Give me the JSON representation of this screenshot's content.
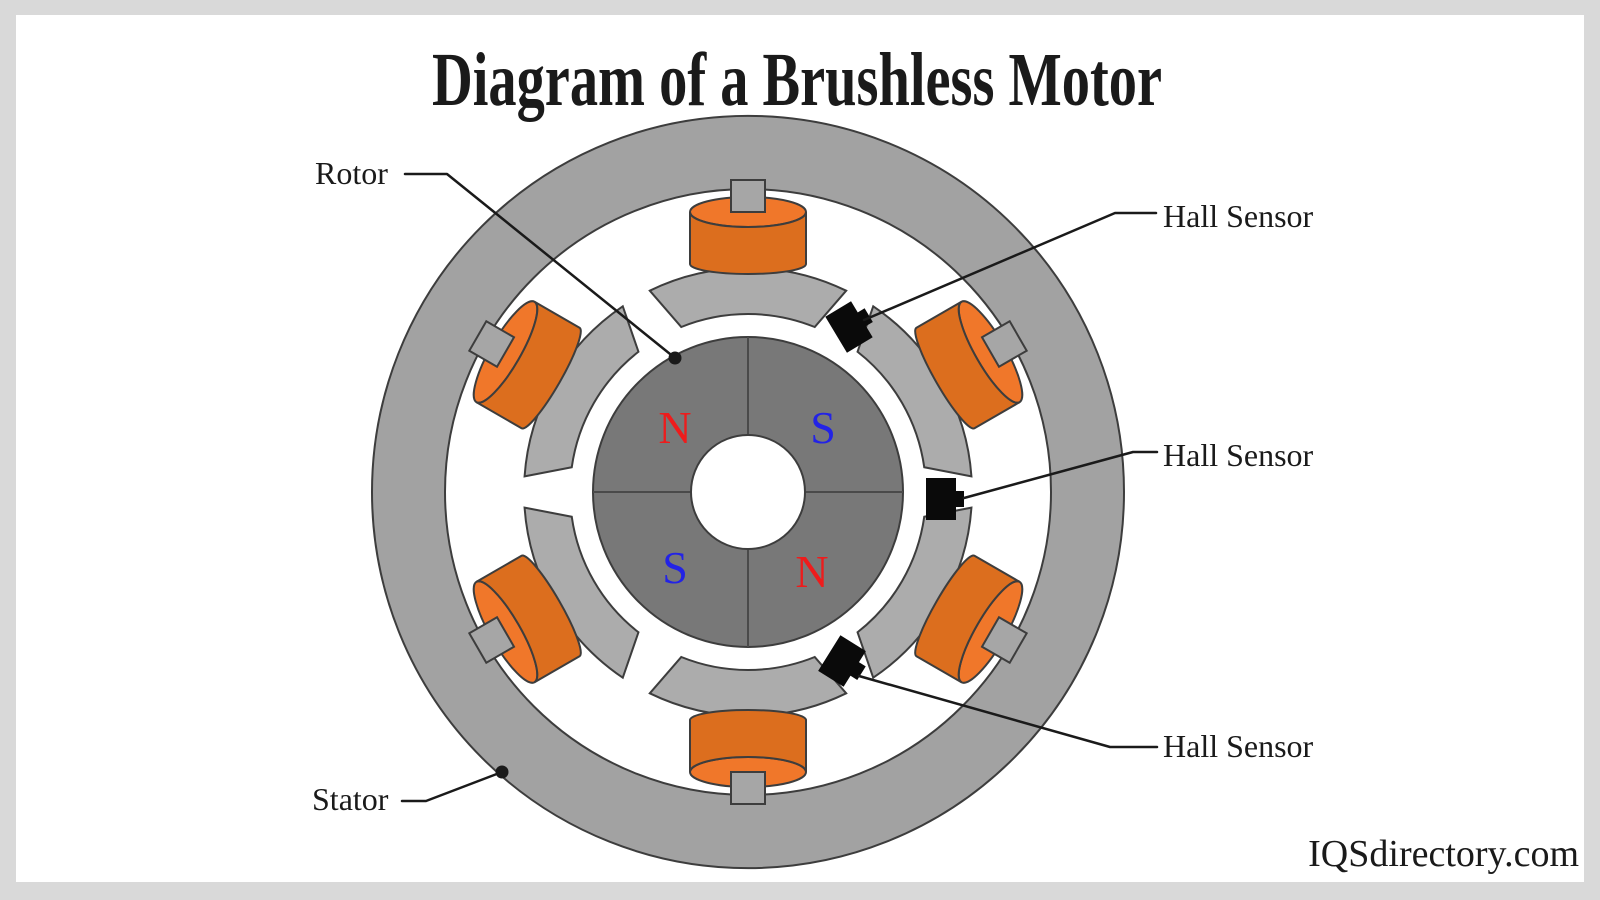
{
  "title": "Diagram of a Brushless Motor",
  "watermark": "IQSdirectory.com",
  "labels": {
    "rotor": "Rotor",
    "stator": "Stator",
    "hall_top": "Hall Sensor",
    "hall_middle": "Hall Sensor",
    "hall_bottom": "Hall Sensor"
  },
  "rotor_poles": {
    "top_left": "N",
    "top_right": "S",
    "bottom_left": "S",
    "bottom_right": "N"
  },
  "colors": {
    "background": "#d9d9d9",
    "canvas": "#ffffff",
    "stator_ring": "#a2a2a2",
    "pole_shoe": "#acacac",
    "stem": "#a6a6a6",
    "coil_body": "#dc6e1e",
    "coil_face": "#f0772a",
    "rotor": "#787878",
    "rotor_hole": "#ffffff",
    "sensor": "#0a0a0a",
    "north": "#ee1c1c",
    "south": "#2323e6",
    "outline": "#3d3d3d",
    "leader": "#1a1a1a",
    "text": "#1a1a1a"
  }
}
